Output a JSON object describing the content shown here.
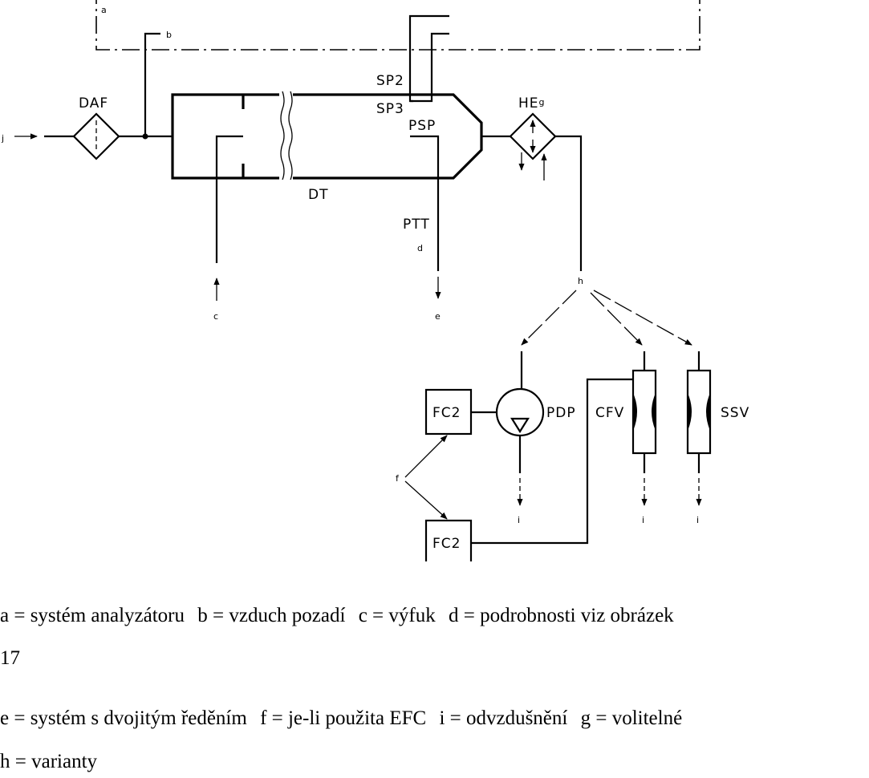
{
  "diagram": {
    "labels": {
      "daf": "DAF",
      "sp2": "SP2",
      "sp3": "SP3",
      "psp": "PSP",
      "dt": "DT",
      "ptt": "PTT",
      "heg_main": "HE",
      "heg_sub": "g",
      "pdp": "PDP",
      "cfv": "CFV",
      "ssv": "SSV",
      "fc2_top": "FC2",
      "fc2_bottom": "FC2"
    },
    "letters": {
      "a": "a",
      "b": "b",
      "c": "c",
      "d": "d",
      "e": "e",
      "f": "f",
      "h": "h",
      "j": "j",
      "i1": "i",
      "i2": "i",
      "i3": "i"
    }
  },
  "legend": {
    "line1": [
      "a = systém  analyzátoru",
      "b = vzduch  pozadí",
      "c = výfuk",
      "d = podrobnosti  viz  obrázek"
    ],
    "line1_cont": "17",
    "line2": [
      "e = systém  s dvojitým  ředěním",
      "f = je-li  použita  EFC",
      "i = odvzdušnění",
      "g = volitelné"
    ],
    "line2_cont": "h = varianty"
  }
}
